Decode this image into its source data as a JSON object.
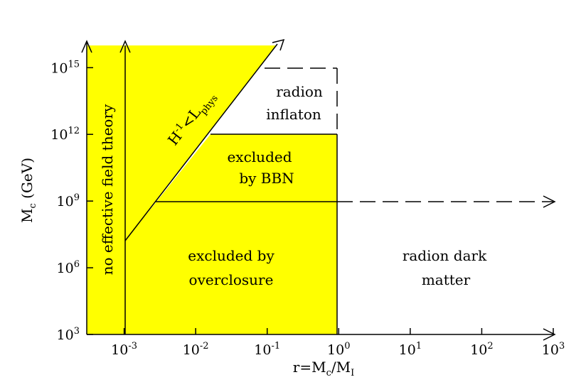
{
  "chart_data": {
    "type": "area",
    "title": "",
    "xlabel": {
      "base": "r=M",
      "sub1": "c",
      "mid": "/M",
      "sub2": "I"
    },
    "ylabel": {
      "base": "M",
      "sub": "c",
      "rest": " (GeV)"
    },
    "x_scale": "log",
    "y_scale": "log",
    "xlim": [
      0.0003,
      1000
    ],
    "ylim": [
      1000,
      1e+16
    ],
    "x_ticks": [
      {
        "base": "10",
        "exp": "-3",
        "value": 0.001
      },
      {
        "base": "10",
        "exp": "-2",
        "value": 0.01
      },
      {
        "base": "10",
        "exp": "-1",
        "value": 0.1
      },
      {
        "base": "10",
        "exp": "0",
        "value": 1
      },
      {
        "base": "10",
        "exp": "1",
        "value": 10
      },
      {
        "base": "10",
        "exp": "2",
        "value": 100
      },
      {
        "base": "10",
        "exp": "3",
        "value": 1000
      }
    ],
    "y_ticks": [
      {
        "base": "10",
        "exp": "3",
        "value": 1000
      },
      {
        "base": "10",
        "exp": "6",
        "value": 1000000
      },
      {
        "base": "10",
        "exp": "9",
        "value": 1000000000
      },
      {
        "base": "10",
        "exp": "12",
        "value": 1000000000000
      },
      {
        "base": "10",
        "exp": "15",
        "value": 1000000000000000
      }
    ],
    "regions": [
      {
        "id": "no-eft",
        "lines": [
          "no effective field theory"
        ],
        "x_range": [
          0.0003,
          0.001
        ],
        "y_range": [
          1000,
          1e+16
        ],
        "fill": "#ffff00"
      },
      {
        "id": "overclosure",
        "lines": [
          "excluded by",
          "overclosure"
        ],
        "x_range": [
          0.001,
          1
        ],
        "y_range": [
          1000,
          1000000000
        ],
        "fill": "#ffff00"
      },
      {
        "id": "bbn",
        "lines": [
          "excluded",
          "by BBN"
        ],
        "x_range": [
          0.001,
          1
        ],
        "y_range": [
          1000000000,
          1000000000000
        ],
        "fill": "#ffff00"
      },
      {
        "id": "inflaton",
        "lines": [
          "radion",
          "inflaton"
        ],
        "x_range": [
          0.1,
          1
        ],
        "y_range": [
          1000000000000,
          1000000000000000.0
        ],
        "fill": "none",
        "border": "dashed"
      },
      {
        "id": "dark-matter",
        "lines": [
          "radion dark",
          "matter"
        ],
        "x_range": [
          1,
          1000
        ],
        "y_range": [
          1000,
          1000000000
        ],
        "fill": "none"
      }
    ],
    "boundaries": {
      "h_constraint": {
        "label": {
          "base": "H",
          "sup": "-1",
          "rel": "<L",
          "sub": "phys"
        },
        "points": [
          [
            0.001,
            4000000
          ],
          [
            0.25,
            1e+16
          ]
        ]
      },
      "overclosure_top": {
        "value": 1000000000,
        "x_range": [
          0.003,
          1
        ]
      },
      "bbn_top": {
        "value": 1000000000000,
        "x_range": [
          0.012,
          1
        ]
      },
      "eft_line": {
        "value": 0.001
      },
      "r_equals_one": {
        "value": 1
      }
    },
    "arrows": [
      {
        "id": "bbn-to-dm",
        "style": "dashed",
        "value": 1000000000,
        "from": 1,
        "to": 1000
      },
      {
        "id": "inflaton-top",
        "style": "dashed",
        "value": 1000000000000000.0,
        "from": 0.1,
        "to": 1
      }
    ],
    "grid": false,
    "legend": "none",
    "colors": {
      "excluded": "#ffff00",
      "line": "#000000"
    }
  }
}
